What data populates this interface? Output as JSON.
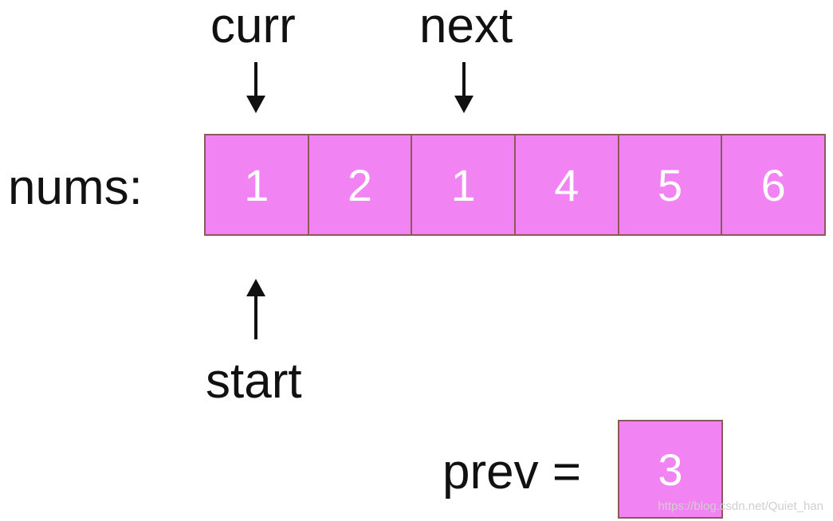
{
  "pointers": {
    "curr": "curr",
    "next": "next",
    "start": "start"
  },
  "array_label": "nums:",
  "array_values": [
    "1",
    "2",
    "1",
    "4",
    "5",
    "6"
  ],
  "prev_label": "prev =",
  "prev_value": "3",
  "watermark": "https://blog.csdn.net/Quiet_han",
  "colors": {
    "cell_fill": "#f183f2",
    "cell_border": "#8a5a5a",
    "cell_text": "#ffffff",
    "text": "#111111"
  },
  "icons": {
    "curr_arrow": "arrow-down-icon",
    "next_arrow": "arrow-down-icon",
    "start_arrow": "arrow-up-icon"
  }
}
